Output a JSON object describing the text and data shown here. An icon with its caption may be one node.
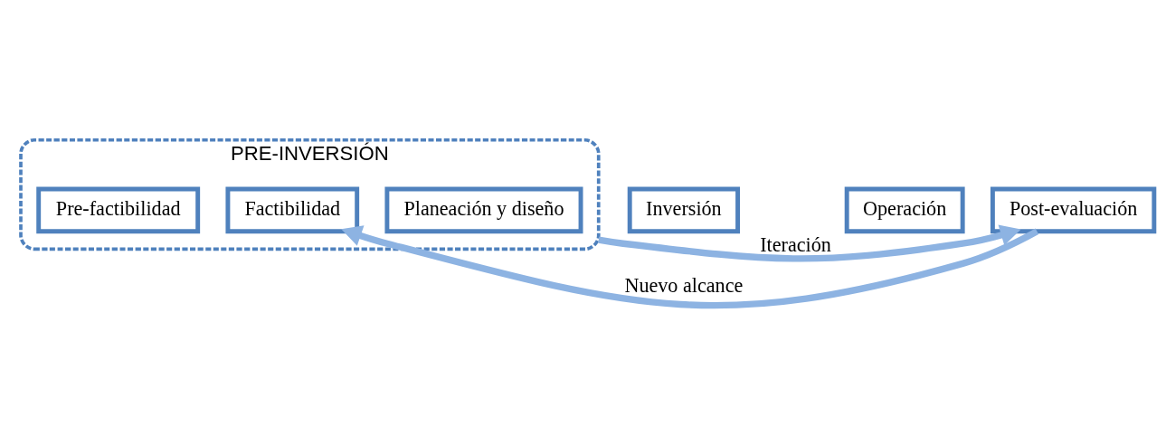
{
  "diagram": {
    "nodes": [
      {
        "text": [
          "PRE-INVERSIÓN"
        ]
      },
      {
        "text": [
          "Pre-factibilidad"
        ],
        "in": 0
      },
      {
        "text": [
          "Factibilidad"
        ],
        "in": 0
      },
      {
        "text": [
          "Planeación y diseño"
        ],
        "in": 0
      },
      {
        "text": [
          "Inversión"
        ]
      },
      {
        "text": [
          "Operación"
        ]
      },
      {
        "text": [
          "Post-evaluación"
        ]
      }
    ],
    "edges": [
      {
        "from": 0,
        "to": 6,
        "arrow": "to",
        "label": "Iteración"
      },
      {
        "from": 6,
        "to": 2,
        "arrow": "to",
        "label": "Nuevo alcance"
      }
    ]
  }
}
